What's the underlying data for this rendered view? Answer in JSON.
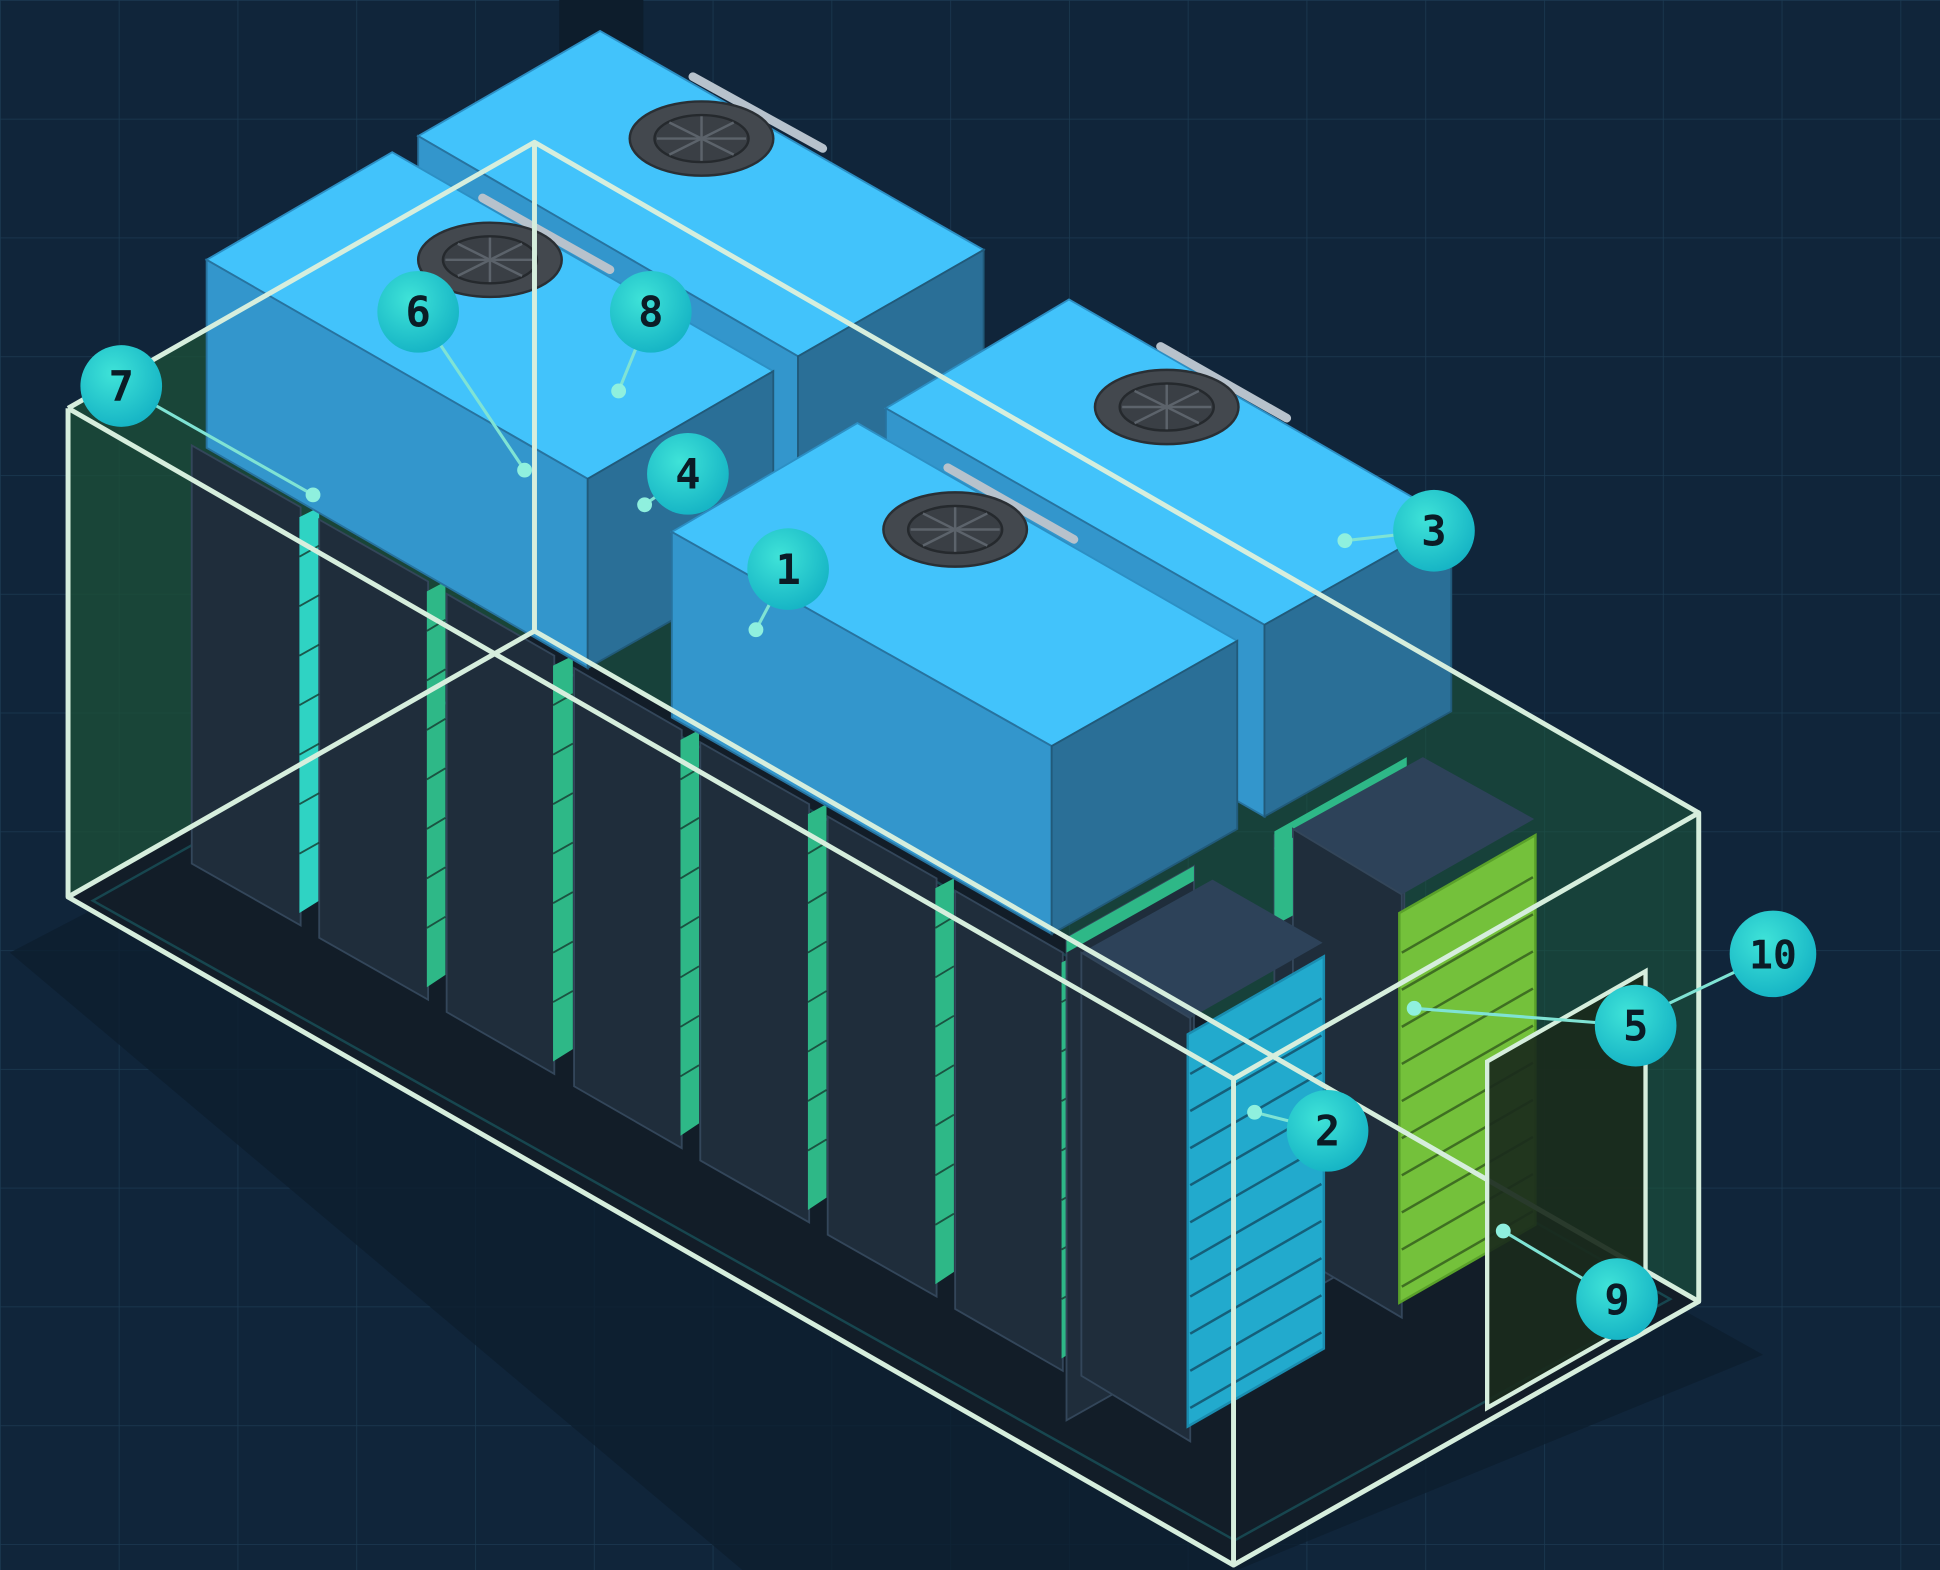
{
  "diagram": {
    "subject": "containerized data center module",
    "colors": {
      "background": "#10253a",
      "grid_line": "#1c3a52",
      "container_frame": "#d6eedd",
      "container_fill": "#1e5a3a",
      "floor": "#121d28",
      "rack_side": "#1f2d3b",
      "rack_top": "#2d4259",
      "rack_strip_green": "#2eb887",
      "rack_strip_teal": "#2fd3c3",
      "cooling_unit_top": "#42c3fb",
      "cooling_unit_front": "#3396cc",
      "cooling_unit_side": "#2a6f97",
      "fan": "#43484e",
      "highlight_rack_blue": "#22aacd",
      "highlight_rack_green": "#74c13b",
      "door": "#1a2a1c",
      "callout_fill": "#1bc8c8",
      "callout_leader": "#7fe3d4"
    },
    "callouts": [
      {
        "label": "1",
        "icon": "numbered-callout-badge"
      },
      {
        "label": "2",
        "icon": "numbered-callout-badge"
      },
      {
        "label": "3",
        "icon": "numbered-callout-badge"
      },
      {
        "label": "4",
        "icon": "numbered-callout-badge"
      },
      {
        "label": "5",
        "icon": "numbered-callout-badge"
      },
      {
        "label": "6",
        "icon": "numbered-callout-badge"
      },
      {
        "label": "7",
        "icon": "numbered-callout-badge"
      },
      {
        "label": "8",
        "icon": "numbered-callout-badge"
      },
      {
        "label": "9",
        "icon": "numbered-callout-badge"
      },
      {
        "label": "10",
        "icon": "numbered-callout-badge"
      }
    ]
  }
}
